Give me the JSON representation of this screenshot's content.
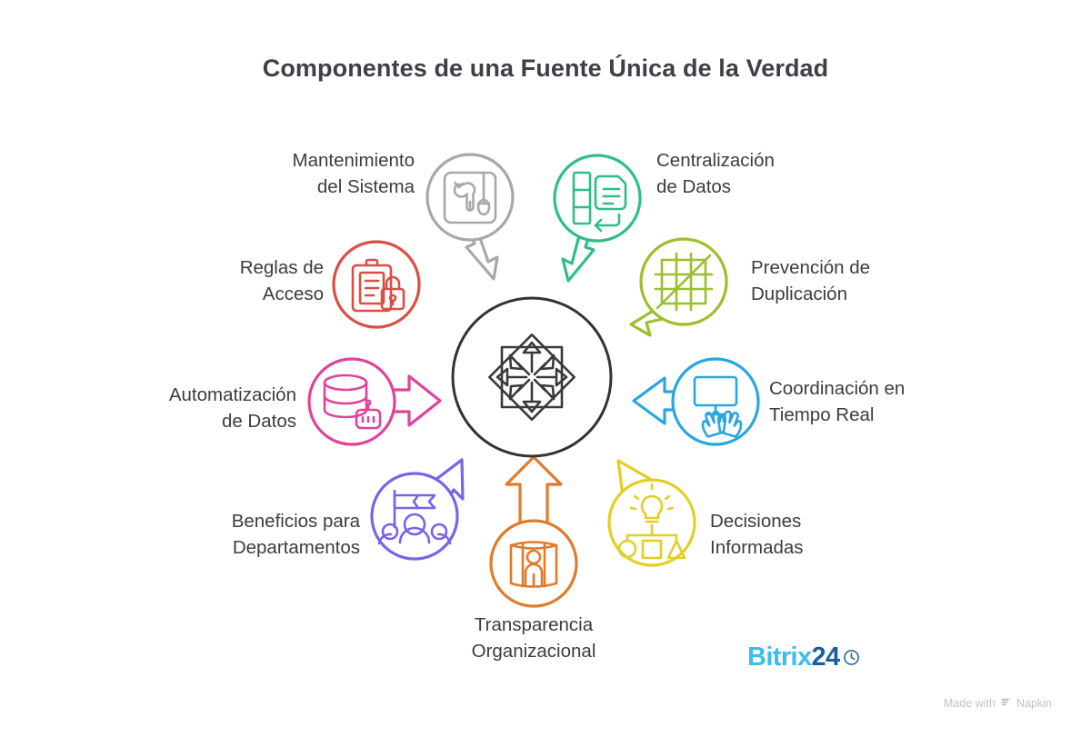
{
  "page": {
    "title": "Componentes de una Fuente Única de la Verdad",
    "background_color": "#ffffff",
    "title_color": "#3f3f46",
    "label_color": "#3c3c42"
  },
  "center": {
    "icon": "compass-star-icon",
    "circle_color": "#333333"
  },
  "chart_data": {
    "type": "hub-and-spoke-diagram",
    "title": "Componentes de una Fuente Única de la Verdad",
    "center_label": "",
    "node_count": 8,
    "nodes": [
      {
        "id": "mantenimiento",
        "label": "Mantenimiento\ndel Sistema",
        "color": "#a8a8a8",
        "icon": "wrench-sliders-icon",
        "angle_deg": 247,
        "label_side": "left"
      },
      {
        "id": "centralizacion",
        "label": "Centralización\nde Datos",
        "color": "#2dbf84",
        "icon": "document-list-return-icon",
        "angle_deg": 292,
        "label_side": "right"
      },
      {
        "id": "prevencion",
        "label": "Prevención de\nDuplicación",
        "color": "#9cc02c",
        "icon": "crossed-grid-icon",
        "angle_deg": 337,
        "label_side": "right"
      },
      {
        "id": "coordinacion",
        "label": "Coordinación en\nTiempo Real",
        "color": "#29a7dd",
        "icon": "monitor-hands-icon",
        "angle_deg": 22,
        "label_side": "right"
      },
      {
        "id": "decisiones",
        "label": "Decisiones\nInformadas",
        "color": "#e3cf23",
        "icon": "lightbulb-hierarchy-icon",
        "angle_deg": 67,
        "label_side": "right"
      },
      {
        "id": "transparencia",
        "label": "Transparencia\nOrganizacional",
        "color": "#e07b2a",
        "icon": "person-glass-container-icon",
        "angle_deg": 112,
        "label_side": "center"
      },
      {
        "id": "beneficios",
        "label": "Beneficios para\nDepartamentos",
        "color": "#7c62e8",
        "icon": "flag-people-icon",
        "angle_deg": 157,
        "label_side": "left"
      },
      {
        "id": "automatizacion",
        "label": "Automatización\nde Datos",
        "color": "#e0449a",
        "icon": "database-robot-icon",
        "angle_deg": 202,
        "label_side": "left"
      }
    ]
  },
  "brand": {
    "name_part1": "Bitrix",
    "name_part2": "24",
    "icon": "clock-icon",
    "color_part1": "#3bbfe8",
    "color_part2": "#1a5e9e"
  },
  "credit": {
    "prefix": "Made with",
    "product": "Napkin",
    "icon": "napkin-logo-icon",
    "color": "#c2c2c6"
  }
}
